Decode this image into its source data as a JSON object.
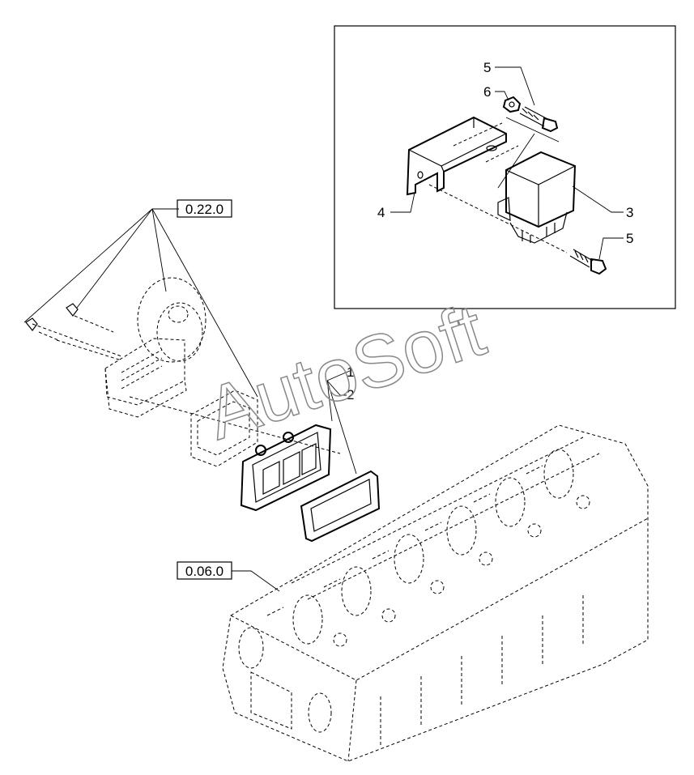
{
  "references": {
    "upper": "0.22.0",
    "lower": "0.06.0"
  },
  "callouts": {
    "item1": "1",
    "item2": "2",
    "item3": "3",
    "item4": "4",
    "item5_top": "5",
    "item5_bottom": "5",
    "item6": "6"
  },
  "watermark": "AutoSoft"
}
